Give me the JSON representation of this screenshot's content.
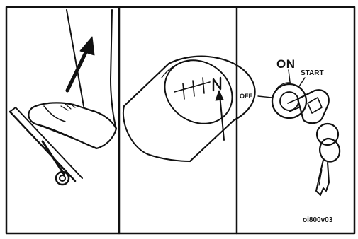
{
  "ignition": {
    "on_label": "ON",
    "start_label": "START",
    "off_label": "OFF"
  },
  "figure_code": "oi800v03",
  "shift_knob": {
    "gear_letter": "N"
  },
  "colors": {
    "ink": "#111111",
    "background": "#ffffff"
  }
}
